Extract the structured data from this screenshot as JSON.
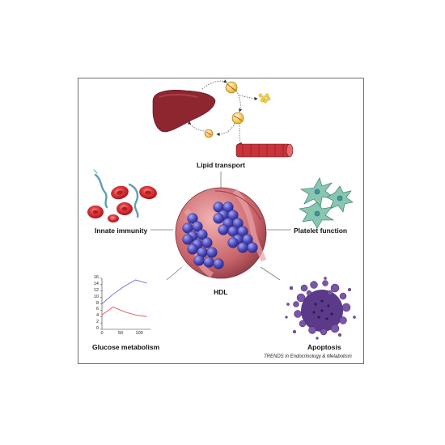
{
  "labels": {
    "lipid_transport": "Lipid transport",
    "innate_immunity": "Innate immunity",
    "platelet_function": "Platelet function",
    "hdl": "HDL",
    "glucose_metabolism": "Glucose metabolism",
    "apoptosis": "Apoptosis"
  },
  "credit": "TRENDS in Endocrinology & Metabolism",
  "glucose_chart": {
    "y_ticks": [
      "16",
      "14",
      "12",
      "10",
      "8",
      "6",
      "4",
      "2",
      "0"
    ],
    "x_ticks": [
      "0",
      "50",
      "100"
    ],
    "series": [
      {
        "color": "#6a6bd6",
        "x": [
          0,
          30,
          60,
          90,
          120
        ],
        "y": [
          8,
          11,
          13.5,
          15.5,
          14.5
        ]
      },
      {
        "color": "#e0555f",
        "x": [
          0,
          30,
          60,
          90,
          120
        ],
        "y": [
          4.5,
          7,
          5.5,
          4.5,
          4
        ]
      }
    ]
  },
  "colors": {
    "hdl_shell": "#c8686c",
    "hdl_sphere": "#4747b8",
    "liver": "#8e2630",
    "rbc": "#d4232b",
    "platelet": "#86c7b0",
    "apoptotic_cell": "#5b3a8a"
  },
  "icons": [
    "liver-icon",
    "lipoprotein-icon",
    "blood-vessel-icon",
    "red-blood-cell-icon",
    "platelet-icon",
    "apoptotic-cell-icon"
  ]
}
